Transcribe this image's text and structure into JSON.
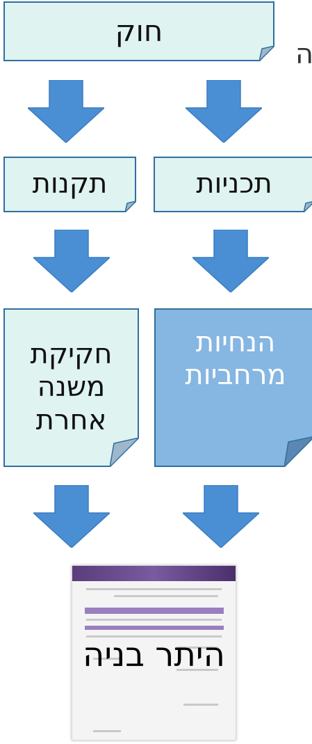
{
  "colors": {
    "box_fill": "#dff3f1",
    "box_fill_dark": "#86b6e2",
    "box_border": "#2f6f9f",
    "arrow_fill": "#4a8fd3",
    "fold_fill": "#9fb7ca"
  },
  "nodes": {
    "law": "חוק",
    "plans": "תכניות",
    "regulations": "תקנות",
    "spatial_guidelines": "הנחיות מרחביות",
    "secondary_legislation": "חקיקת משנה אחרת",
    "building_permit": "היתר בניה"
  },
  "cutoff_text": "ה"
}
